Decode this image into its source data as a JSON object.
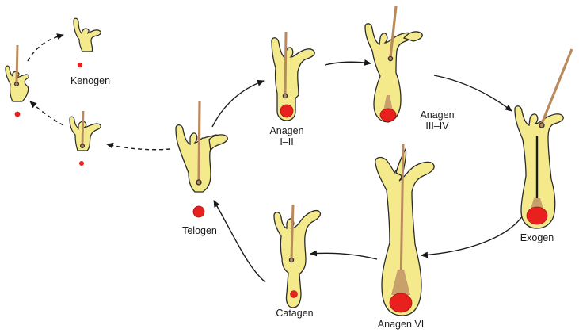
{
  "colors": {
    "follicle_fill": "#f4ea8c",
    "follicle_stroke": "#2b2b2b",
    "hair_shaft": "#b88a5e",
    "papilla": "#e8201e",
    "arrow": "#1a1a1a"
  },
  "stages": {
    "kenogen": {
      "line1": "Kenogen"
    },
    "anagen12": {
      "line1": "Anagen",
      "line2": "I–II"
    },
    "anagen34": {
      "line1": "Anagen",
      "line2": "III–IV"
    },
    "exogen": {
      "line1": "Exogen"
    },
    "anagen6": {
      "line1": "Anagen VI"
    },
    "catagen": {
      "line1": "Catagen"
    },
    "telogen": {
      "line1": "Telogen"
    }
  }
}
